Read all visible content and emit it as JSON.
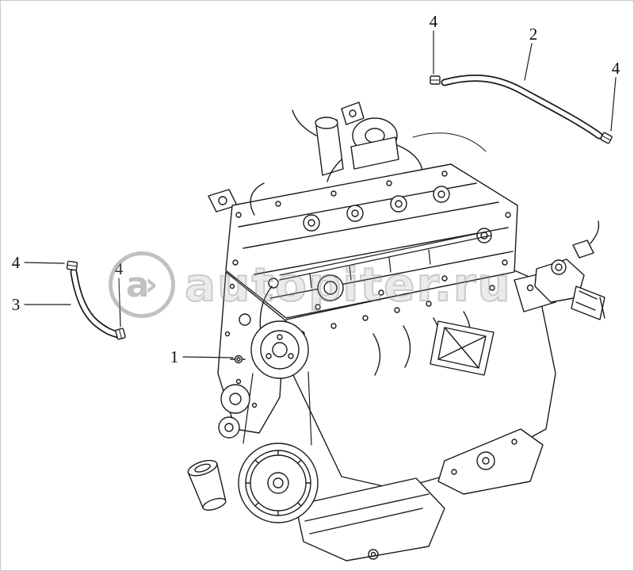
{
  "figure": {
    "description": "Engine assembly exploded parts diagram with numbered callouts",
    "background": "#ffffff",
    "line_color": "#1b1b1b"
  },
  "watermark": {
    "logo_letter": "a",
    "logo_arrow": "›",
    "text": "autopiter.ru",
    "color": "#8f8f8f"
  },
  "callouts": [
    {
      "id": "part-4-top",
      "label": "4"
    },
    {
      "id": "part-2",
      "label": "2"
    },
    {
      "id": "part-4-right",
      "label": "4"
    },
    {
      "id": "part-4-left",
      "label": "4"
    },
    {
      "id": "part-3",
      "label": "3"
    },
    {
      "id": "part-4-mid",
      "label": "4"
    },
    {
      "id": "part-1",
      "label": "1"
    }
  ]
}
